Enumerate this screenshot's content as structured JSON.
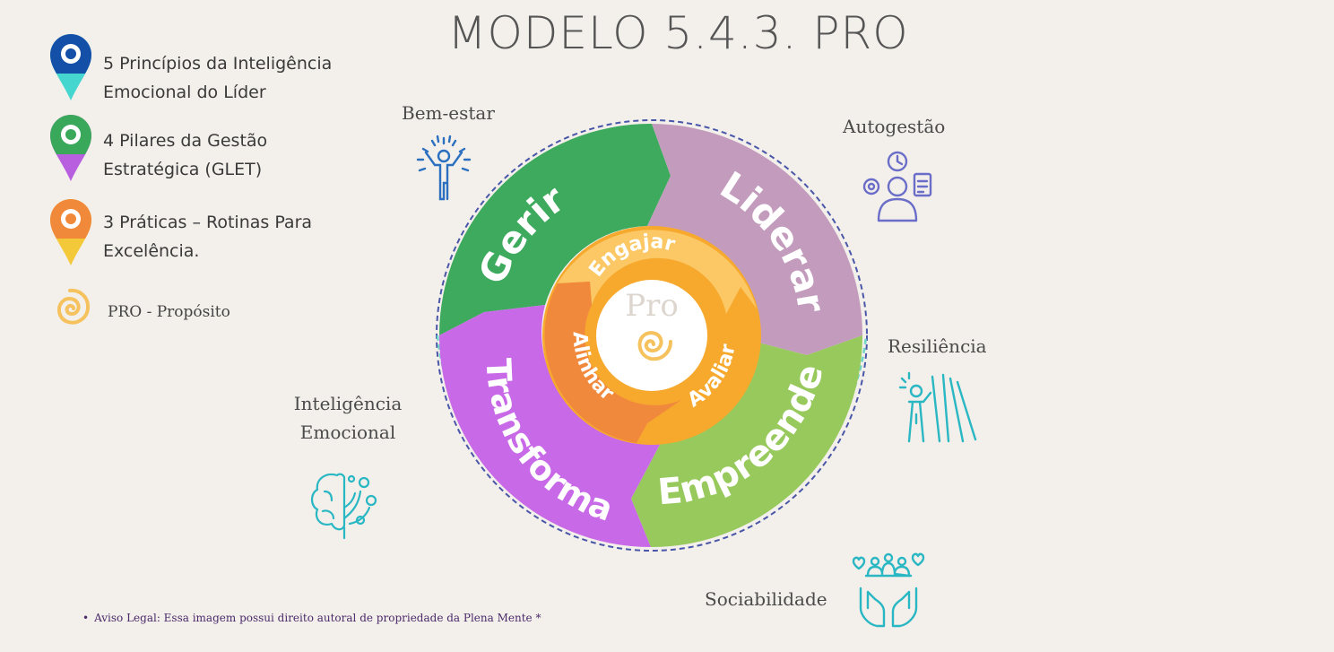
{
  "title": "MODELO 5.4.3. PRO",
  "legend": [
    {
      "line1": "5 Princípios da Inteligência",
      "line2": "Emocional do Líder",
      "top": "#1450a8",
      "bottom": "#45d6d0"
    },
    {
      "line1": "4 Pilares da Gestão",
      "line2": "Estratégica (GLET)",
      "top": "#3aa85a",
      "bottom": "#b85fe0"
    },
    {
      "line1": "3 Práticas – Rotinas Para",
      "line2": "Excelência.",
      "top": "#f08a3a",
      "bottom": "#f3c93a"
    }
  ],
  "pro_legend": "PRO - Propósito",
  "outer_segments": [
    {
      "label": "Gerir",
      "color": "#3daa5e"
    },
    {
      "label": "Liderar",
      "color": "#c39cbd"
    },
    {
      "label": "Empreender",
      "color": "#98c95d"
    },
    {
      "label": "Transformar",
      "color": "#c86ae8"
    }
  ],
  "inner_segments": [
    {
      "label": "Engajar",
      "color": "#fbc865"
    },
    {
      "label": "Avaliar",
      "color": "#f7a92e"
    },
    {
      "label": "Alinhar",
      "color": "#f1893d"
    }
  ],
  "center": "Pro",
  "side_labels": {
    "bem_estar": "Bem-estar",
    "autogestao": "Autogestão",
    "resiliencia": "Resiliência",
    "inteligencia_1": "Inteligência",
    "inteligencia_2": "Emocional",
    "sociabilidade": "Sociabilidade"
  },
  "footer": "Aviso Legal: Essa imagem possui direito autoral de  propriedade da Plena Mente *",
  "colors": {
    "icon_blue": "#2b6fc0",
    "icon_purple": "#6a6ec8",
    "icon_teal": "#2ab7c4",
    "spiral": "#f5c25e"
  }
}
